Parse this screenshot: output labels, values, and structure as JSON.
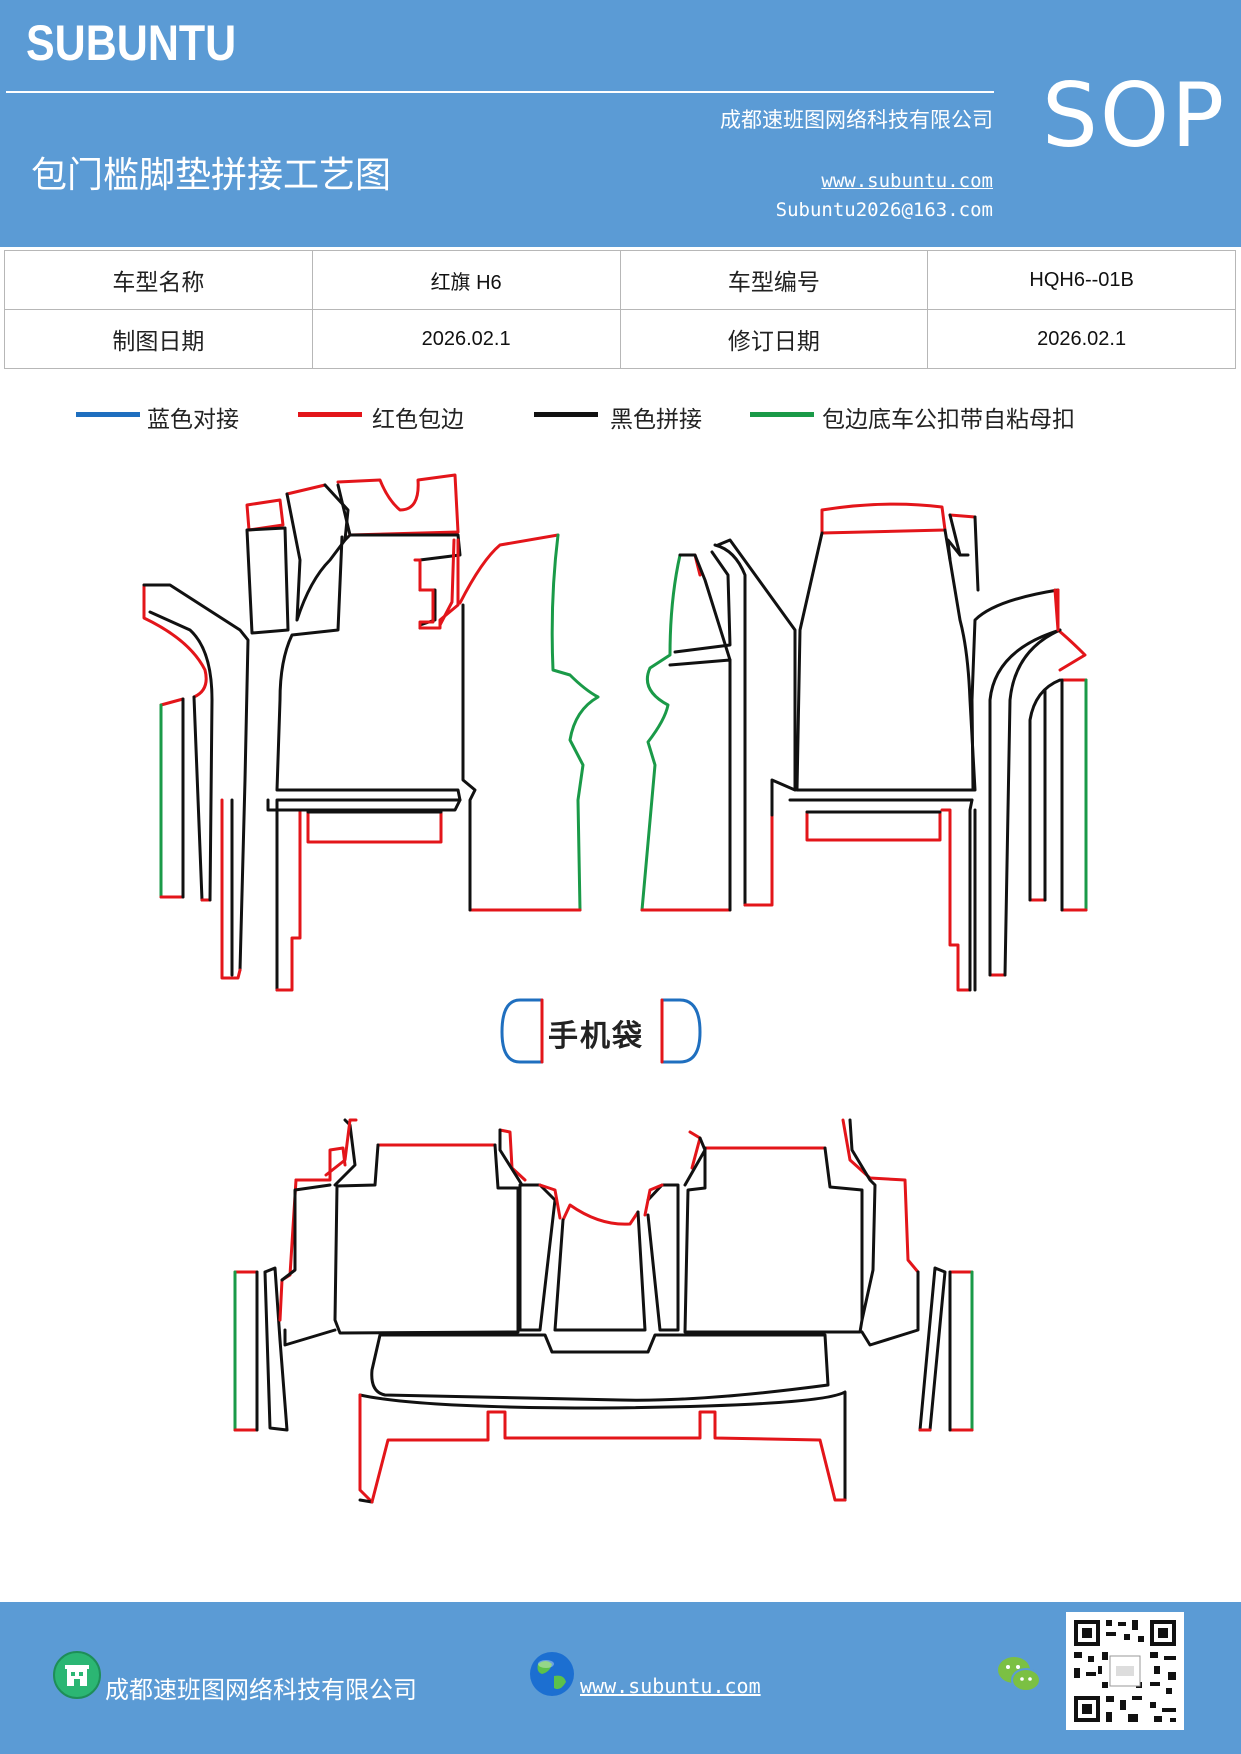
{
  "header": {
    "brand": "SUBUNTU",
    "company": "成都速班图网络科技有限公司",
    "title": "包门槛脚垫拼接工艺图",
    "website": "www.subuntu.com",
    "email": "Subuntu2026@163.com",
    "badge": "SOP"
  },
  "info_table": {
    "rows": [
      {
        "label1": "车型名称",
        "value1": "红旗 H6",
        "label2": "车型编号",
        "value2": "HQH6--01B"
      },
      {
        "label1": "制图日期",
        "value1": "2026.02.1",
        "label2": "修订日期",
        "value2": "2026.02.1"
      }
    ]
  },
  "legend": [
    {
      "label": "蓝色对接",
      "color": "#1f6fbf"
    },
    {
      "label": "红色包边",
      "color": "#e3151a"
    },
    {
      "label": "黑色拼接",
      "color": "#111111"
    },
    {
      "label": "包边底车公扣带自粘母扣",
      "color": "#1a9a48"
    }
  ],
  "diagram": {
    "pocket_label": "手机袋"
  },
  "footer": {
    "company": "成都速班图网络科技有限公司",
    "website": "www.subuntu.com",
    "icons": [
      "building-icon",
      "globe-icon",
      "wechat-icon",
      "qr-code"
    ]
  }
}
